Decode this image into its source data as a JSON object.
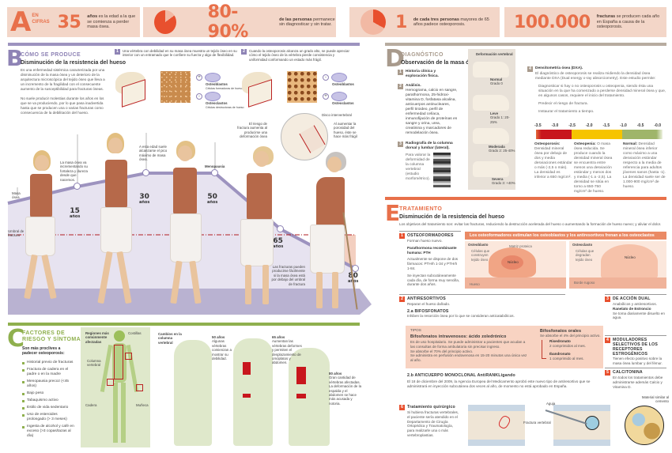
{
  "section_a": {
    "letter": "A",
    "title_line1": "EN",
    "title_line2": "CIFRAS",
    "stats": [
      {
        "value": "35",
        "text_bold": "años",
        "text": " es la edad a la que se comienza a perder masa ósea."
      },
      {
        "value": "80-90%",
        "text_bold": "de las personas",
        "text": " permanece sin diagnosticar y sin tratar."
      },
      {
        "value": "1",
        "text_bold": "de cada tres personas",
        "text": " mayores de 65 años padece osteoporosis."
      },
      {
        "value": "100.000",
        "text_bold": "fracturas",
        "text": " se producen cada año en España a causa de la osteoporosis."
      }
    ]
  },
  "section_b": {
    "letter": "B",
    "title": "CÓMO SE PRODUCE",
    "subtitle": "Disminución de la resistencia del hueso",
    "para1": "Es una enfermedad sistémica caracterizada por una disminución de la masa ósea y un deterioro de la arquitectura microscópica del tejido óseo que lleva a un incremento de la fragilidad con el consecuente aumento de la susceptibilidad para fracturas óseas.",
    "para2": "No suele producir molestias durante los años en los que se va produciendo, por lo que pasa inadvertida hasta que se producen una o varias fracturas como consecuencia de la debilitación del hueso.",
    "step1": {
      "num": "1",
      "text": "Una vértebra con debilidad en su masa ósea muestra un tejido óseo en su interior con un entramado que le confiere su fuerza y algo de flexibilidad."
    },
    "step2": {
      "num": "2",
      "text": "Cuando la osteoporosis alcanza un grado alto, se puede apreciar cómo el tejido óseo de la vértebra pierde consistencia y uniformidad conformando un estado más frágil."
    },
    "cells1": [
      {
        "sign": "+",
        "name": "Osteoblastos",
        "desc": "Células formadoras de hueso"
      },
      {
        "sign": "-",
        "name": "Osteoclastos",
        "desc": "Células destructoras de hueso"
      }
    ],
    "cells2": [
      {
        "sign": "-",
        "name": "Osteoblastos"
      },
      {
        "sign": "+",
        "name": "Osteoclastos"
      }
    ],
    "labels": {
      "masa_osea": "Masa ósea",
      "umbral": "Umbral de fractura",
      "note_15": "La masa ósea va incrementando su fortaleza y dureza desde que nacemos.",
      "note_30": "A esta edad suele alcanzarse el pico máximo de masa ósea.",
      "menopausia": "Menopausia",
      "riesgo": "El riesgo de fractura aumenta al producirse una deformación ósea",
      "disco": "Disco intervertebral",
      "porosidad": "Al aumentar la porosidad del hueso, éste se hace más frágil",
      "fracturas_note": "Las fracturas pueden producirse fácilmente si la masa ósea está por debajo del umbral de fractura"
    },
    "ages": [
      {
        "n": "15",
        "u": "años"
      },
      {
        "n": "30",
        "u": "años"
      },
      {
        "n": "50",
        "u": "años"
      },
      {
        "n": "65",
        "u": "años"
      },
      {
        "n": "80",
        "u": "años"
      }
    ]
  },
  "section_c": {
    "letter": "C",
    "title_line1": "FACTORES DE",
    "title_line2": "RIESGO Y SÍNTOMAS",
    "intro": "Son más proclives a padecer osteoporosis:",
    "factors": [
      "Historial previo de fracturas",
      "Fractura de cadera en el padre o en la madre",
      "Menopausia precoz (<45 años)",
      "Bajo peso",
      "Tabaquismo activo",
      "Estilo de vida sedentario",
      "Uso de esteroides prolongado (> 3 meses)",
      "Ingesta de alcohol y café en exceso (>3 copas/tazas al día)"
    ],
    "regions_title": "Regiones más comúnmente afectadas",
    "regions": {
      "costillas": "Costillas",
      "columna": "Columna vertebral",
      "cadera": "Cadera",
      "muneca": "Muñeca"
    },
    "spine_title": "Cambios en la columna vertebral",
    "spine_stages": [
      {
        "age": "50 años",
        "text": "Algunas vértebras comienzan a mostrar su debilidad."
      },
      {
        "age": "65 años",
        "text": "Aumentan las vértebras deformes y permiten el desplazamiento de omóplatos y abdomen."
      },
      {
        "age": "80 años",
        "text": "Gran cantidad de vértebras afectadas. La deformación de la espalda y el abdomen se hace más acusada y notoria."
      }
    ]
  },
  "section_d": {
    "letter": "D",
    "title": "DIAGNÓSTICO",
    "subtitle": "Observación de la masa ósea",
    "items": [
      {
        "num": "1",
        "title": "Historia clínica y exploración física.",
        "text": ""
      },
      {
        "num": "2",
        "title": "Análisis.",
        "text": "Hemograma, calcio en sangre, parathormona, 25-hidroxi-vitamina D, fosfatasa alcalina, anticuerpos antinucleares, perfil tiroideo, perfil de enfermedad celíaca, inmunofijación de proteínas en sangre y orina, urea, creatinina y marcadores de remodelación ósea."
      },
      {
        "num": "3",
        "title": "Radiografía de la columna dorsal y lumbar (lateral).",
        "text": "Para valorar la deformidad de la columna vertebral (estudio morfométrico)."
      }
    ],
    "deformation_title": "Deformación vertebral",
    "grades": [
      {
        "name": "Normal",
        "grade": "Grado 0"
      },
      {
        "name": "Leve",
        "grade": "Grado 1: 20-25%"
      },
      {
        "name": "Moderada",
        "grade": "Grado 2: 25-40%"
      },
      {
        "name": "Severa",
        "grade": "Grado 3: +40%"
      }
    ],
    "dxa": {
      "num": "4",
      "title": "Densitometría ósea (DXA).",
      "intro": "El diagnóstico de osteoporosis se realiza midiendo la densidad ósea mediante DXA (Dual energy x-ray absorciometry). Este estudio permite:",
      "bullets": [
        "Diagnosticar si hay o no osteoporosis u osteopenia, siendo ésta una situación en la que ha comenzado a perderse densidad mineral ósea y que, en algunos casos, requiere el inicio del tratamiento.",
        "Predecir el riesgo de fractura.",
        "Instaurar el tratamiento a tiempo."
      ],
      "scale_ticks": [
        "-3.5",
        "-3.0",
        "-2.5",
        "-2.0",
        "-1.5",
        "-1.0",
        "-0.5",
        "-0.0"
      ],
      "colors": {
        "osteoporosis": "#c8161d",
        "osteopenia": "#f6c400",
        "normal": "#9fb56a"
      },
      "categories": [
        {
          "title": "Osteoporosis:",
          "text": "Densidad mineral ósea por debajo de dos y media desviaciones estándar o más (-2,5 o más). La densidad es inferior a 650 mg/cm²."
        },
        {
          "title": "Osteopenia:",
          "text": "O masa ósea reducida. Se produce cuando la densidad mineral ósea se encuentra entre menos una desviación estándar y menos dos y media (-1 a -2,5). La densidad se sitúa en torno a 650-750 mg/cm² de hueso."
        },
        {
          "title": "Normal:",
          "text": "Densidad mineral ósea inferior como máximo a una desviación estándar respecto a la media de referencia para adultos jóvenes sanos (hasta -1). La densidad suele ser de 1.000-900 mg/cm² de hueso."
        }
      ]
    }
  },
  "section_e": {
    "letter": "E",
    "title": "TRATAMIENTO",
    "subtitle": "Disminución de la resistencia del hueso",
    "intro": "Los objetivos del tratamiento son: evitar las fracturas, reduciendo la destrucción acelerada del hueso o aumentando la formación de hueso nuevo; y aliviar el dolor.",
    "banner": "Los osteoformadores estimulan los osteoblastos y los antiresortivos frenan a los osteoclastos",
    "osteoblasto": {
      "title": "Osteoblasto",
      "desc": "Células que construyen tejido óseo",
      "matrix": "Matriz proteica",
      "nucleus": "Núcleo",
      "bone": "Hueso"
    },
    "osteoclasto": {
      "title": "Osteoclasto",
      "desc": "Células que degradan tejido óseo",
      "nucleus": "Núcleo",
      "border": "Borde rugoso"
    },
    "t1": {
      "num": "1",
      "title": "OSTEOFORMADORES",
      "sub": "Forman hueso nuevo.",
      "drug": "Parathormona recombinante humana: PTH",
      "text1": "Actualmente se dispone de dos fármacos: PTHrh 1-34 y PTHrh 1-84.",
      "text2": "Se inyectan subcutáneamente cada día, de forma muy sencilla, durante dos años."
    },
    "t2": {
      "num": "2",
      "title": "ANTIRESORTIVOS",
      "sub": "Reparan el hueso dañado.",
      "a_title": "2.a BIFOSFONATOS",
      "a_text": "Inhiben la resorción ósea por lo que se consideran anticatabólicos.",
      "tipos": "TIPOS",
      "iv_title": "Bifosfonatos intravenosos: ácido zoledrónico",
      "iv_text": [
        "Es de uso hospitalario. Se puede administrar a pacientes que acudan a las consultas de forma ambulatoria sin precisar ingreso.",
        "Se absorbe el 70% del principio activo.",
        "Se administra en perfusión endovenosa en 15-20 minutos una única vez al año."
      ],
      "oral_title": "Bifosfonatos orales",
      "oral_text": "Se absorbe el 4% del principio activo.",
      "oral_items": [
        {
          "name": "Risedronato",
          "dose": "2 comprimidos al mes."
        },
        {
          "name": "Ibandronato",
          "dose": "1 comprimido al mes."
        }
      ],
      "b_title": "2.b ANTICUERPO MONOCLONAL AntiRANKLigando",
      "b_text": "El 18 de diciembre del 2009, la Agencia Europea del Medicamento aprobó este nuevo tipo de antiresortivo que se administrará en inyección subcutánea dos veces al año, de momento no está aprobado en España."
    },
    "t3": {
      "num": "3",
      "title": "DE ACCIÓN DUAL",
      "sub": "Anabólicos y antiresortivos.",
      "drug": "Ranelato de Estroncio",
      "text": "Se toma diariamente disuelto en agua."
    },
    "t4": {
      "num": "4",
      "title": "MODULADORES SELECTIVOS DE LOS RECEPTORES ESTROGÉNICOS",
      "text": "Tienen efecto positivo sobre la masa ósea lumbar y del fémur."
    },
    "t5": {
      "num": "5",
      "title": "CALCITONINA",
      "text": "En todos los tratamientos debe administrarse además Calcio y Vitamina D."
    },
    "t6": {
      "num": "6",
      "title": "Tratamiento quirúrgico",
      "text": "Si hubiera fracturas vertebrales, el paciente sería atendido en el Departamento de Cirugía Ortopédica y Traumatología, para realizarle una o más vertebroplastias."
    },
    "surgery_labels": {
      "fractura": "Fractura vertebral",
      "aguja": "Aguja",
      "material": "Material similar al cemento"
    }
  },
  "colors": {
    "salmon": "#e8704a",
    "stat_bg": "#f3d6c8",
    "purple": "#8e83b5",
    "green": "#8fb04e",
    "taupe": "#a89a8c",
    "red": "#c8161d"
  }
}
